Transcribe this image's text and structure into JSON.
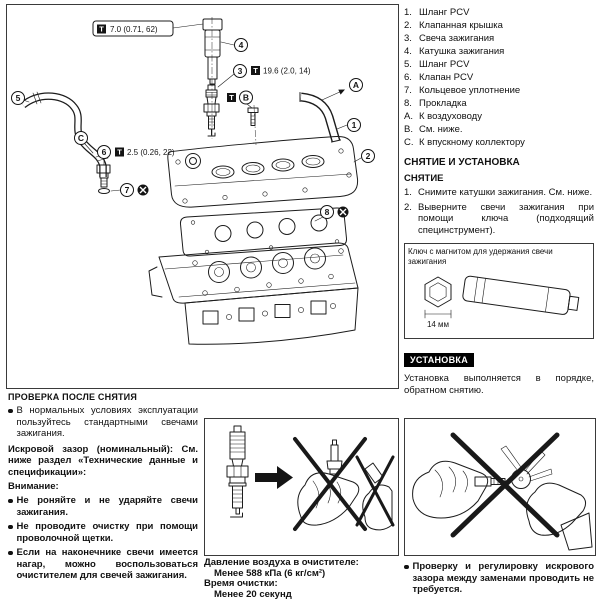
{
  "icons": {
    "torque_glyph": "T"
  },
  "diagram": {
    "torque_top": "7.0 (0.71, 62)",
    "torque_plug": "19.6 (2.0, 14)",
    "torque_pcv": "2.5 (0.26, 22)",
    "callout_1": "1",
    "callout_2": "2",
    "callout_3": "3",
    "callout_4": "4",
    "callout_5": "5",
    "callout_6": "6",
    "callout_7": "7",
    "callout_8": "8",
    "callout_a": "A",
    "callout_b": "B",
    "callout_c": "C"
  },
  "parts_list": {
    "items": [
      {
        "num": "1.",
        "label": "Шланг PCV"
      },
      {
        "num": "2.",
        "label": "Клапанная крышка"
      },
      {
        "num": "3.",
        "label": "Свеча зажигания"
      },
      {
        "num": "4.",
        "label": "Катушка зажигания"
      },
      {
        "num": "5.",
        "label": "Шланг PCV"
      },
      {
        "num": "6.",
        "label": "Клапан PCV"
      },
      {
        "num": "7.",
        "label": "Кольцевое уплотнение"
      },
      {
        "num": "8.",
        "label": "Прокладка"
      },
      {
        "num": "A.",
        "label": "К воздуховоду"
      },
      {
        "num": "B.",
        "label": "См. ниже."
      },
      {
        "num": "C.",
        "label": "К впускному коллектору"
      }
    ]
  },
  "removal": {
    "heading": "СНЯТИЕ И УСТАНОВКА",
    "subheading": "СНЯТИЕ",
    "steps": [
      {
        "num": "1.",
        "text": "Снимите катушки зажигания. См. ниже."
      },
      {
        "num": "2.",
        "text": "Выверните свечи зажигания при помощи ключа (подходящий специнструмент)."
      }
    ]
  },
  "socket_tool": {
    "caption": "Ключ с магнитом для удержания свечи зажигания",
    "dimension": "14 мм"
  },
  "installation": {
    "heading": "УСТАНОВКА",
    "text": "Установка выполняется в порядке, обратном снятию."
  },
  "inspection": {
    "heading": "ПРОВЕРКА ПОСЛЕ СНЯТИЯ",
    "intro_bullet": "В нормальных условиях эксплуатации пользуйтесь стандартными свечами зажигания.",
    "gap_spec": "Искровой зазор (номинальный): См. ниже раздел «Технические данные и спецификации»:",
    "warning_label": "Внимание:",
    "warning_bullets": [
      "Не роняйте и не ударяйте свечи зажигания.",
      "Не проводите очистку при помощи проволочной щетки.",
      "Если на наконечнике свечи имеется нагар, можно воспользоваться очистителем для свечей зажигания."
    ]
  },
  "cleaner_spec": {
    "line1": "Давление воздуха в очистителе:",
    "line2": "Менее 588 кПа (6 кг/см²)",
    "line3": "Время очистки:",
    "line4": "Менее 20 секунд"
  },
  "gap_note": "Проверку и регулировку искрового зазора между заменами проводить не требуется."
}
